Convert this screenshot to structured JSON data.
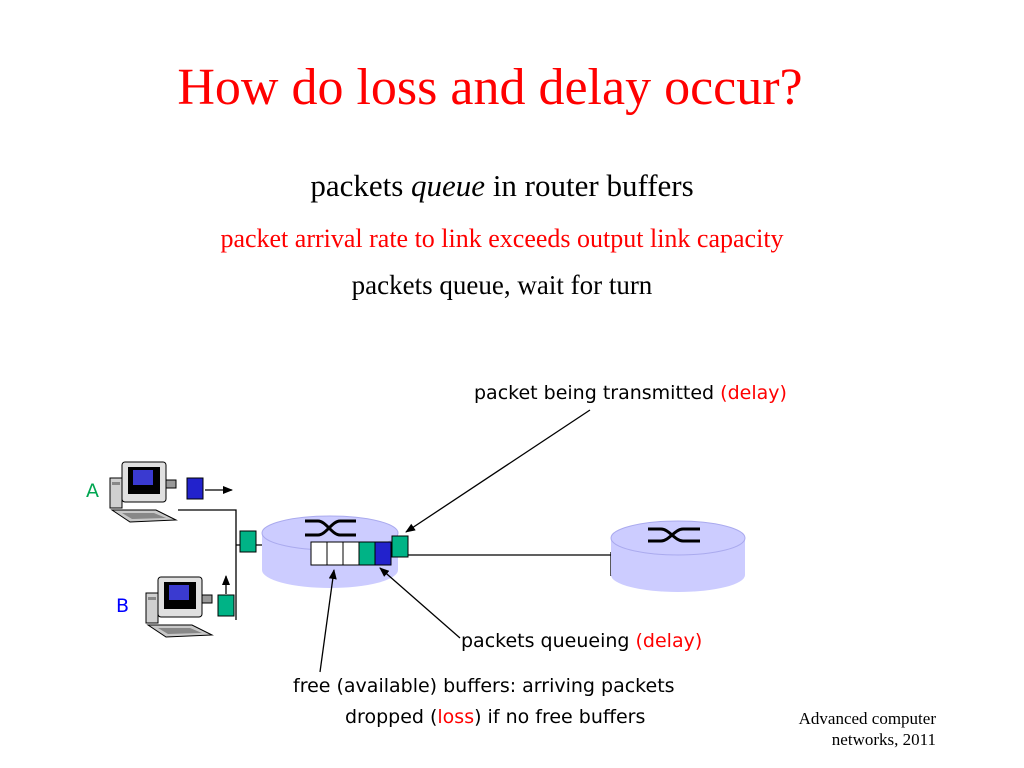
{
  "title": "How do loss and delay occur?",
  "bullets": {
    "line1_pre": "packets ",
    "line1_em": "queue",
    "line1_post": " in router buffers",
    "line2": "packet arrival rate to link exceeds output link capacity",
    "line3": "packets queue, wait for turn"
  },
  "annotations": {
    "transmitted_text": "packet being transmitted ",
    "transmitted_delay": "(delay)",
    "queueing_text": "packets queueing ",
    "queueing_delay": "(delay)",
    "free_line1": "free (available) buffers: arriving packets",
    "free_line2_pre": "dropped (",
    "free_loss": "loss",
    "free_line2_post": ") if no free buffers"
  },
  "hosts": {
    "a": "A",
    "b": "B"
  },
  "footer": {
    "line1": "Advanced computer",
    "line2": "networks, 2011"
  },
  "colors": {
    "title": "#ff0000",
    "router_fill": "#ccccff",
    "packet_green": "#00b386",
    "packet_blue": "#2222cc",
    "host_a_label": "#00a651",
    "host_b_label": "#0000ff"
  }
}
